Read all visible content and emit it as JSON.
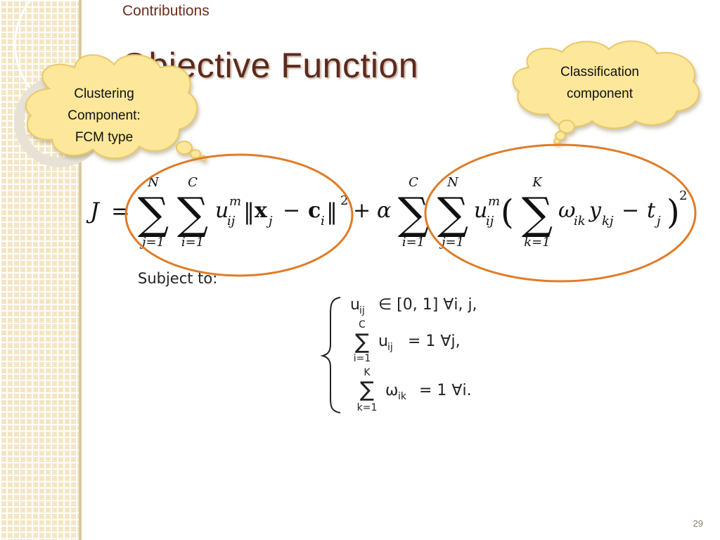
{
  "header": {
    "section": "Contributions",
    "title": "Objective Function"
  },
  "callouts": {
    "clustering": [
      "Clustering",
      "Component:",
      "FCM type"
    ],
    "classification": [
      "Classification",
      "component"
    ]
  },
  "equation": {
    "lhs": "J",
    "eq": "=",
    "sum1_upper": "N",
    "sum1_lower": "j=1",
    "sum2_upper": "C",
    "sum2_lower": "i=1",
    "term1_u": "u",
    "term1_sup": "m",
    "term1_sub": "ij",
    "norm_open": "‖",
    "x_var": "x",
    "x_sub": "j",
    "minus1": "−",
    "c_var": "c",
    "c_sub": "i",
    "norm_close": "‖",
    "norm_pow": "2",
    "plus": "+",
    "alpha": "α",
    "sum3_upper": "C",
    "sum3_lower": "i=1",
    "sum4_upper": "N",
    "sum4_lower": "j=1",
    "term2_u": "u",
    "term2_sup": "m",
    "term2_sub": "ij",
    "paren_open": "(",
    "sum5_upper": "K",
    "sum5_lower": "k=1",
    "omega": "ω",
    "omega_sub": "ik",
    "y_var": "y",
    "y_sub": "kj",
    "minus2": "−",
    "t_var": "t",
    "t_sub": "j",
    "paren_close": ")",
    "paren_pow": "2"
  },
  "constraints": {
    "subject_to": "Subject to:",
    "c1": "u",
    "c1_sub": "ij",
    "c1_rest": "∈ [0, 1] ∀i, j,",
    "c2_upper": "C",
    "c2_lower": "i=1",
    "c2_u": "u",
    "c2_sub": "ij",
    "c2_rest": "= 1 ∀j,",
    "c3_upper": "K",
    "c3_lower": "k=1",
    "c3_omega": "ω",
    "c3_sub": "ik",
    "c3_rest": "= 1 ∀i."
  },
  "footer": {
    "page_number": "29"
  },
  "colors": {
    "title": "#5c2a1c",
    "ellipse_stroke": "#e07b26",
    "cloud_fill": "#fde79a",
    "cloud_stroke": "#e9c867",
    "panel": "#f4e6c4"
  }
}
